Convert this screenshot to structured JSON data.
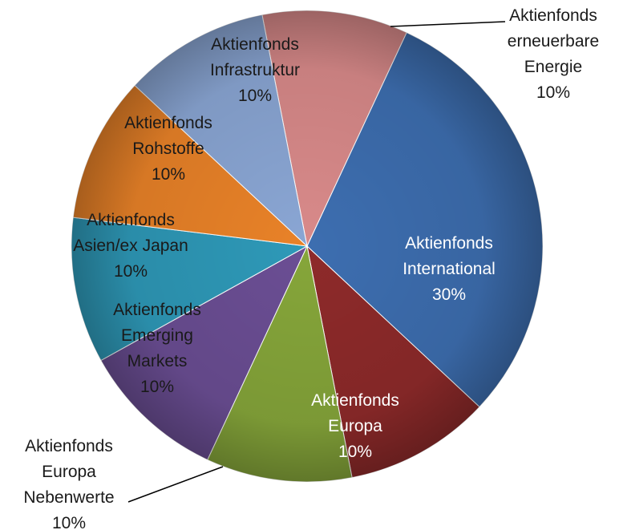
{
  "chart_data": {
    "type": "pie",
    "title": "",
    "slices": [
      {
        "label": [
          "Aktienfonds",
          "erneuerbare",
          "Energie",
          "10%"
        ],
        "value": 10,
        "color": "#d98a8a",
        "outside": true
      },
      {
        "label": [
          "Aktienfonds",
          "International",
          "30%"
        ],
        "value": 30,
        "color": "#3d6eb0",
        "light": true
      },
      {
        "label": [
          "Aktienfonds",
          "Europa",
          "10%"
        ],
        "value": 10,
        "color": "#8e2a2a",
        "light": true
      },
      {
        "label": [
          "Aktienfonds",
          "Europa",
          "Nebenwerte",
          "10%"
        ],
        "value": 10,
        "color": "#86a63a",
        "outside": true
      },
      {
        "label": [
          "Aktienfonds",
          "Emerging",
          "Markets",
          "10%"
        ],
        "value": 10,
        "color": "#6b4e94"
      },
      {
        "label": [
          "Aktienfonds",
          "Asien/ex Japan",
          "10%"
        ],
        "value": 10,
        "color": "#2e99b8"
      },
      {
        "label": [
          "Aktienfonds",
          "Rohstoffe",
          "10%"
        ],
        "value": 10,
        "color": "#e98228"
      },
      {
        "label": [
          "Aktienfonds",
          "Infrastruktur",
          "10%"
        ],
        "value": 10,
        "color": "#8aa6d4"
      }
    ]
  }
}
